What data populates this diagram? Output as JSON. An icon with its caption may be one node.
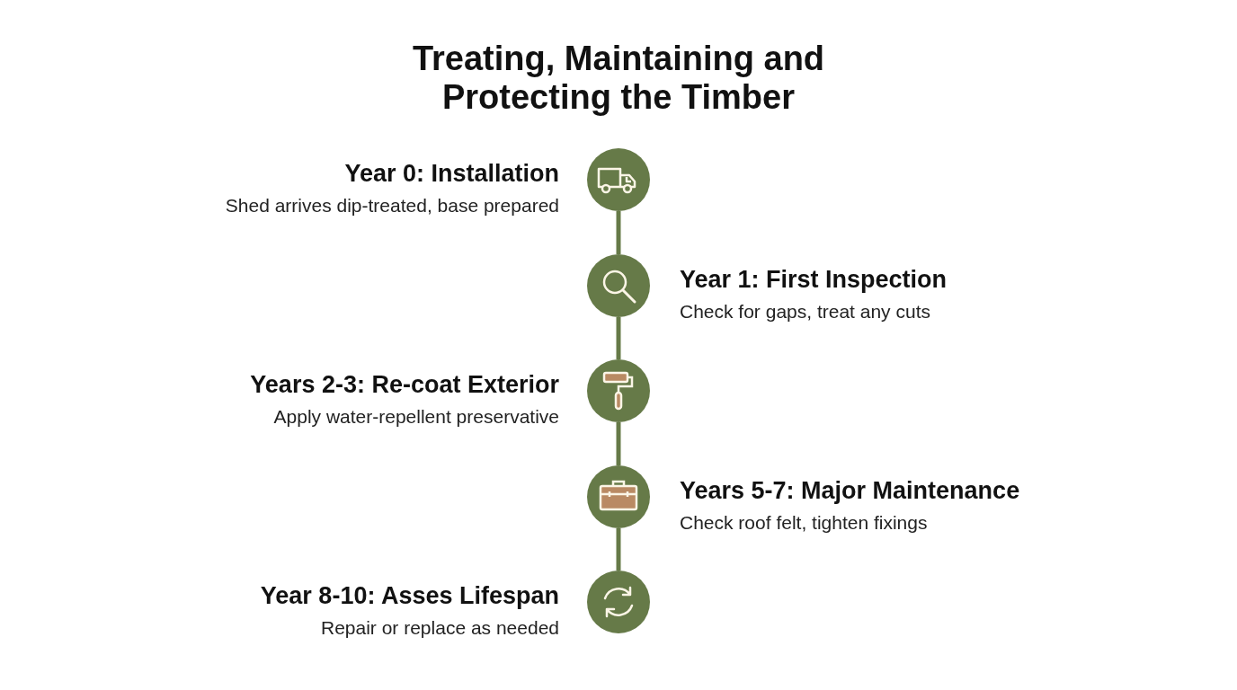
{
  "diagram": {
    "title": "Treating, Maintaining and Protecting the Timber",
    "nodes": [
      {
        "text": [],
        "shape": "circle",
        "beside": [
          "Year 0: Installation",
          "Shed arrives dip-treated, base prepared"
        ]
      },
      {
        "text": [],
        "shape": "circle",
        "beside": [
          "Year 1: First Inspection",
          "Check for gaps, treat any cuts"
        ]
      },
      {
        "text": [],
        "shape": "circle",
        "beside": [
          "Years 2-3: Re-coat Exterior",
          "Apply water-repellent preservative"
        ]
      },
      {
        "text": [],
        "shape": "circle",
        "beside": [
          "Years 5-7: Major Maintenance",
          "Check roof felt, tighten fixings"
        ]
      },
      {
        "text": [],
        "shape": "circle",
        "beside": [
          "Year 8-10: Asses Lifespan",
          "Repair or replace as needed"
        ]
      }
    ],
    "edges": [
      {
        "from": 0,
        "to": 1,
        "arrow": "none"
      },
      {
        "from": 1,
        "to": 2,
        "arrow": "none"
      },
      {
        "from": 2,
        "to": 3,
        "arrow": "none"
      },
      {
        "from": 3,
        "to": 4,
        "arrow": "none"
      }
    ]
  }
}
